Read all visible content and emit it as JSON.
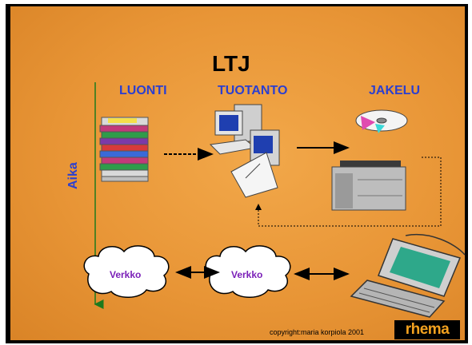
{
  "slide": {
    "title": "LTJ",
    "stages": {
      "creation": "LUONTI",
      "production": "TUOTANTO",
      "distribution": "JAKELU"
    },
    "time_axis_label": "Aika",
    "network_labels": [
      "Verkko",
      "Verkko"
    ],
    "copyright": "copyright:maria korpiola 2001",
    "logo_text": "rhema"
  },
  "colors": {
    "background": "#e89536",
    "label_blue": "#2b3fd0",
    "cloud_text": "#7a1fb8",
    "axis_green": "#1d7a1d"
  },
  "icons": [
    "stack-of-books-icon",
    "computer-workstation-icon",
    "cd-disc-icon",
    "laser-printer-icon",
    "cloud-icon",
    "laptop-icon"
  ]
}
